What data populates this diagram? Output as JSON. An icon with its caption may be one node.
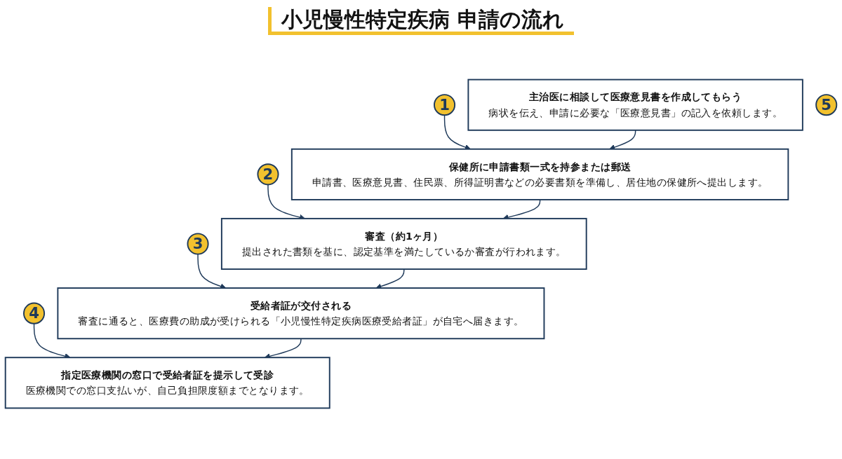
{
  "diagram": {
    "title": "小児慢性特定疾病 申請の流れ",
    "nodes": [
      {
        "text": [
          "1"
        ]
      },
      {
        "text": [
          "主治医に相談して医療意見書を作成してもらう",
          "病状を伝え、申請に必要な「医療意見書」の記入を依頼します。"
        ]
      },
      {
        "text": [
          "2"
        ]
      },
      {
        "text": [
          "保健所に申請書類一式を持参または郵送",
          "申請書、医療意見書、住民票、所得証明書などの必要書類を準備し、居住地の保健所へ提出します。"
        ]
      },
      {
        "text": [
          "3"
        ]
      },
      {
        "text": [
          "審査（約1ヶ月）",
          "提出された書類を基に、認定基準を満たしているか審査が行われます。"
        ]
      },
      {
        "text": [
          "4"
        ]
      },
      {
        "text": [
          "受給者証が交付される",
          "審査に通ると、医療費の助成が受けられる「小児慢性特定疾病医療受給者証」が自宅へ届きます。"
        ]
      },
      {
        "text": [
          "5"
        ]
      },
      {
        "text": [
          "指定医療機関の窓口で受給者証を提示して受診",
          "医療機関での窓口支払いが、自己負担限度額までとなります。"
        ]
      }
    ],
    "edges": [
      {
        "from": 0,
        "to": 3,
        "arrow": "to"
      },
      {
        "from": 1,
        "to": 3,
        "arrow": "to"
      },
      {
        "from": 2,
        "to": 5,
        "arrow": "to"
      },
      {
        "from": 3,
        "to": 5,
        "arrow": "to"
      },
      {
        "from": 4,
        "to": 7,
        "arrow": "to"
      },
      {
        "from": 5,
        "to": 7,
        "arrow": "to"
      },
      {
        "from": 6,
        "to": 9,
        "arrow": "to"
      },
      {
        "from": 7,
        "to": 9,
        "arrow": "to"
      }
    ]
  }
}
